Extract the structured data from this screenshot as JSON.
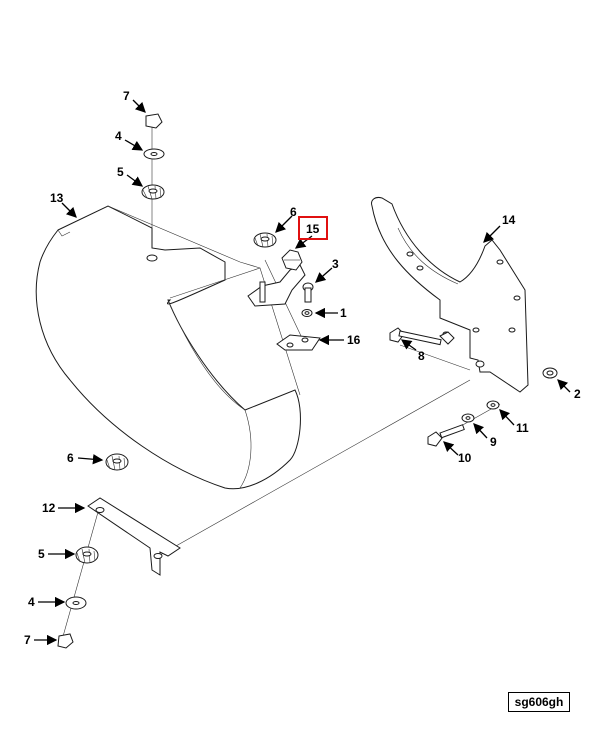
{
  "highlight_color": "#e01010",
  "highlighted_part": "15",
  "reference_code": "sg606gh",
  "callouts": {
    "c7_top": "7",
    "c4_top": "4",
    "c5_top": "5",
    "c13": "13",
    "c6_top": "6",
    "c15": "15",
    "c3": "3",
    "c1": "1",
    "c16": "16",
    "c14": "14",
    "c8": "8",
    "c2": "2",
    "c11": "11",
    "c9": "9",
    "c10": "10",
    "c6_bottom": "6",
    "c12": "12",
    "c5_bottom": "5",
    "c4_bottom": "4",
    "c7_bottom": "7"
  }
}
